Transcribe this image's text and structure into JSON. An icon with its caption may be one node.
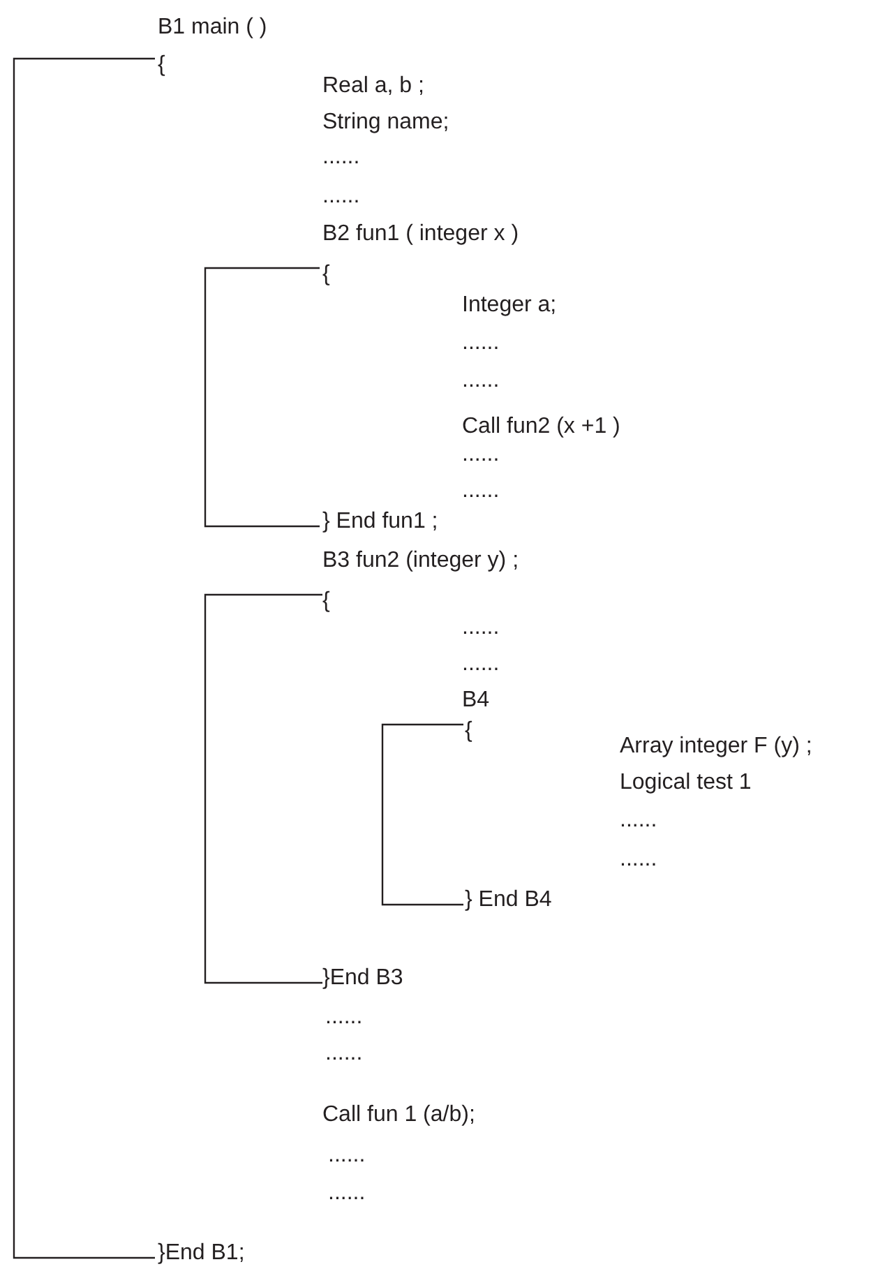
{
  "diagram": {
    "labels": [
      "B1 main ( )",
      "{",
      "Real a, b ;",
      "String name;",
      "......",
      "......",
      "B2 fun1 ( integer x )",
      "{",
      "Integer a;",
      "......",
      "......",
      "Call fun2 (x +1 )",
      "......",
      "......",
      "} End fun1 ;",
      "B3 fun2 (integer y) ;",
      "{",
      "......",
      "......",
      "B4",
      "{",
      "Array integer F (y) ;",
      "Logical test 1",
      "......",
      "......",
      "} End B4",
      "}End B3",
      "......",
      "......",
      "Call fun 1 (a/b);",
      "......",
      "......",
      "}End B1;"
    ]
  }
}
